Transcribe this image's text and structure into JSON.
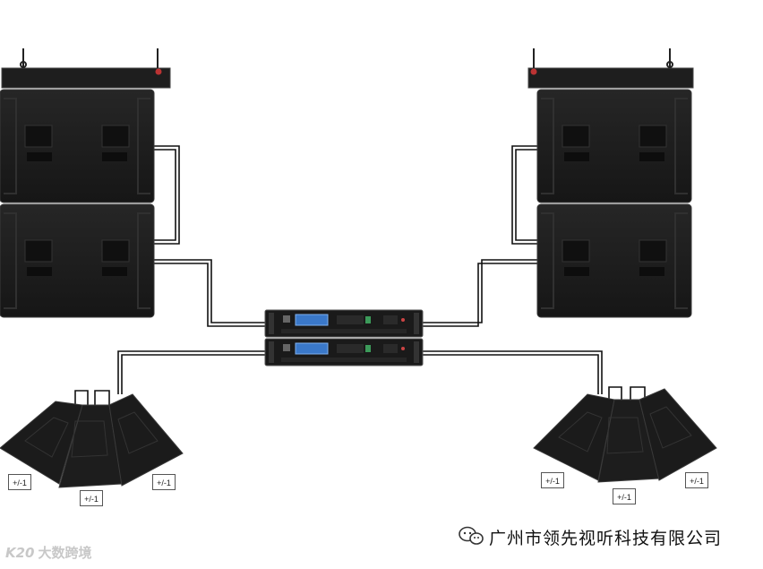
{
  "tags": {
    "left_1": "+/-1",
    "left_2": "+/-1",
    "left_3": "+/-1",
    "right_1": "+/-1",
    "right_2": "+/-1",
    "right_3": "+/-1"
  },
  "brand": {
    "company": "广州市领先视听科技有限公司"
  },
  "watermark": {
    "logo_text": "K20",
    "text": "大数跨境"
  },
  "colors": {
    "cabinet": "#1c1c1c",
    "cabinet_edge": "#2e2e2e",
    "cable": "#111111",
    "amp_screen": "#3a78c9"
  }
}
